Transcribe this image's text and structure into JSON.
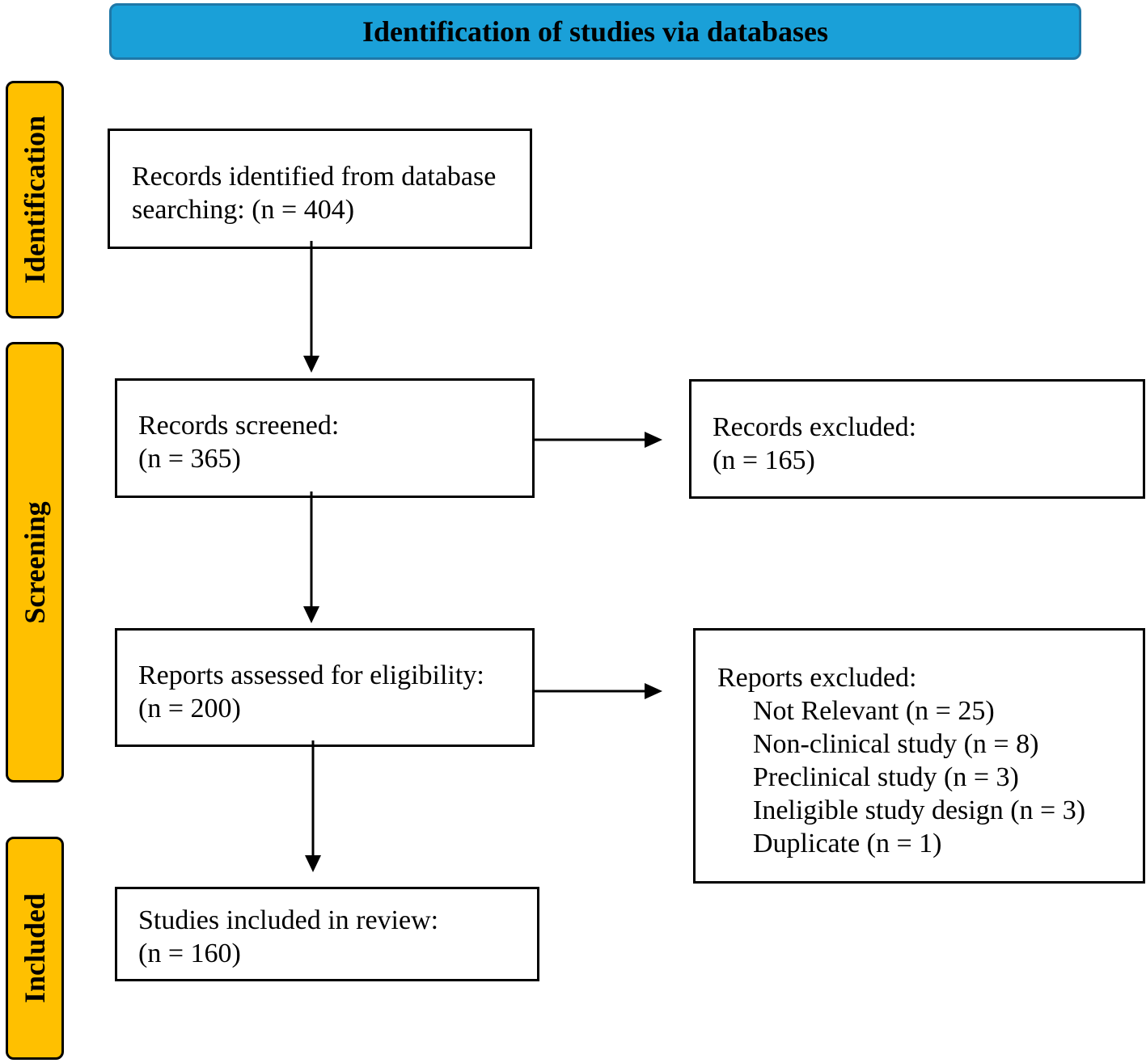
{
  "header": {
    "title": "Identification of studies via databases"
  },
  "stages": {
    "identification": "Identification",
    "screening": "Screening",
    "included": "Included"
  },
  "boxes": {
    "identified": {
      "line1": "Records identified from database",
      "line2": "searching: (n = 404)"
    },
    "screened": {
      "line1": "Records screened:",
      "line2": "(n = 365)"
    },
    "records_excluded": {
      "line1": "Records excluded:",
      "line2": "(n = 165)"
    },
    "assessed": {
      "line1": "Reports assessed for eligibility:",
      "line2": "(n = 200)"
    },
    "reports_excluded": {
      "title": "Reports excluded:",
      "reasons": [
        "Not Relevant (n = 25)",
        "Non-clinical study (n = 8)",
        "Preclinical study (n = 3)",
        "Ineligible study design (n = 3)",
        "Duplicate (n = 1)"
      ]
    },
    "included": {
      "line1": "Studies included in review:",
      "line2": "(n = 160)"
    }
  },
  "colors": {
    "header_fill": "#1AA0D8",
    "header_border": "#1F78A8",
    "stage_fill": "#FFC000",
    "box_border": "#000000"
  }
}
